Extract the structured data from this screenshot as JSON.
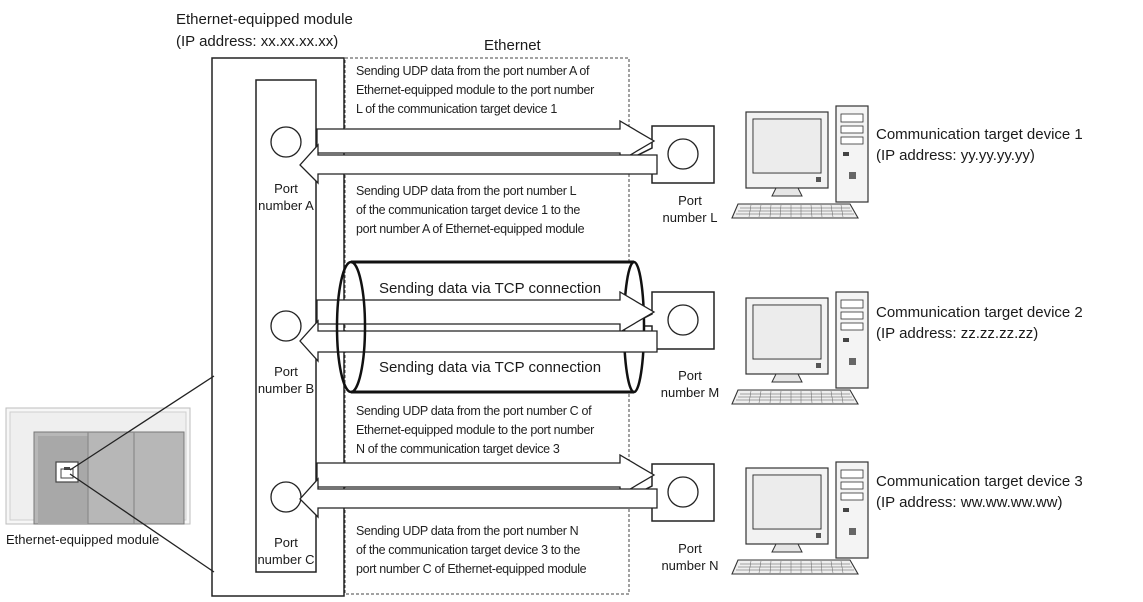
{
  "module": {
    "heading_line1": "Ethernet-equipped module",
    "heading_line2": "(IP address: xx.xx.xx.xx)",
    "device_caption": "Ethernet-equipped module"
  },
  "network": {
    "label": "Ethernet"
  },
  "module_ports": [
    {
      "line1": "Port",
      "line2": "number A"
    },
    {
      "line1": "Port",
      "line2": "number B"
    },
    {
      "line1": "Port",
      "line2": "number C"
    }
  ],
  "target_ports": [
    {
      "line1": "Port",
      "line2": "number L"
    },
    {
      "line1": "Port",
      "line2": "number M"
    },
    {
      "line1": "Port",
      "line2": "number N"
    }
  ],
  "targets": [
    {
      "name": "Communication target device 1",
      "ip": "(IP address: yy.yy.yy.yy)"
    },
    {
      "name": "Communication target device 2",
      "ip": "(IP address: zz.zz.zz.zz)"
    },
    {
      "name": "Communication target device 3",
      "ip": "(IP address: ww.ww.ww.ww)"
    }
  ],
  "messages": {
    "udp_a_to_l": [
      "Sending UDP data from the port number A of",
      "Ethernet-equipped module to the port number",
      "L of the communication target device 1"
    ],
    "udp_l_to_a": [
      "Sending UDP data from the port number L",
      "of the communication target device 1 to the",
      "port number A of Ethernet-equipped module"
    ],
    "tcp_send": "Sending data via TCP connection",
    "tcp_recv": "Sending data via TCP connection",
    "udp_c_to_n": [
      "Sending UDP data from the port number C of",
      "Ethernet-equipped module to the port number",
      "N of the communication target device 3"
    ],
    "udp_n_to_c": [
      "Sending UDP data from the port number N",
      "of the communication target device 3 to the",
      "port number C of Ethernet-equipped module"
    ]
  }
}
